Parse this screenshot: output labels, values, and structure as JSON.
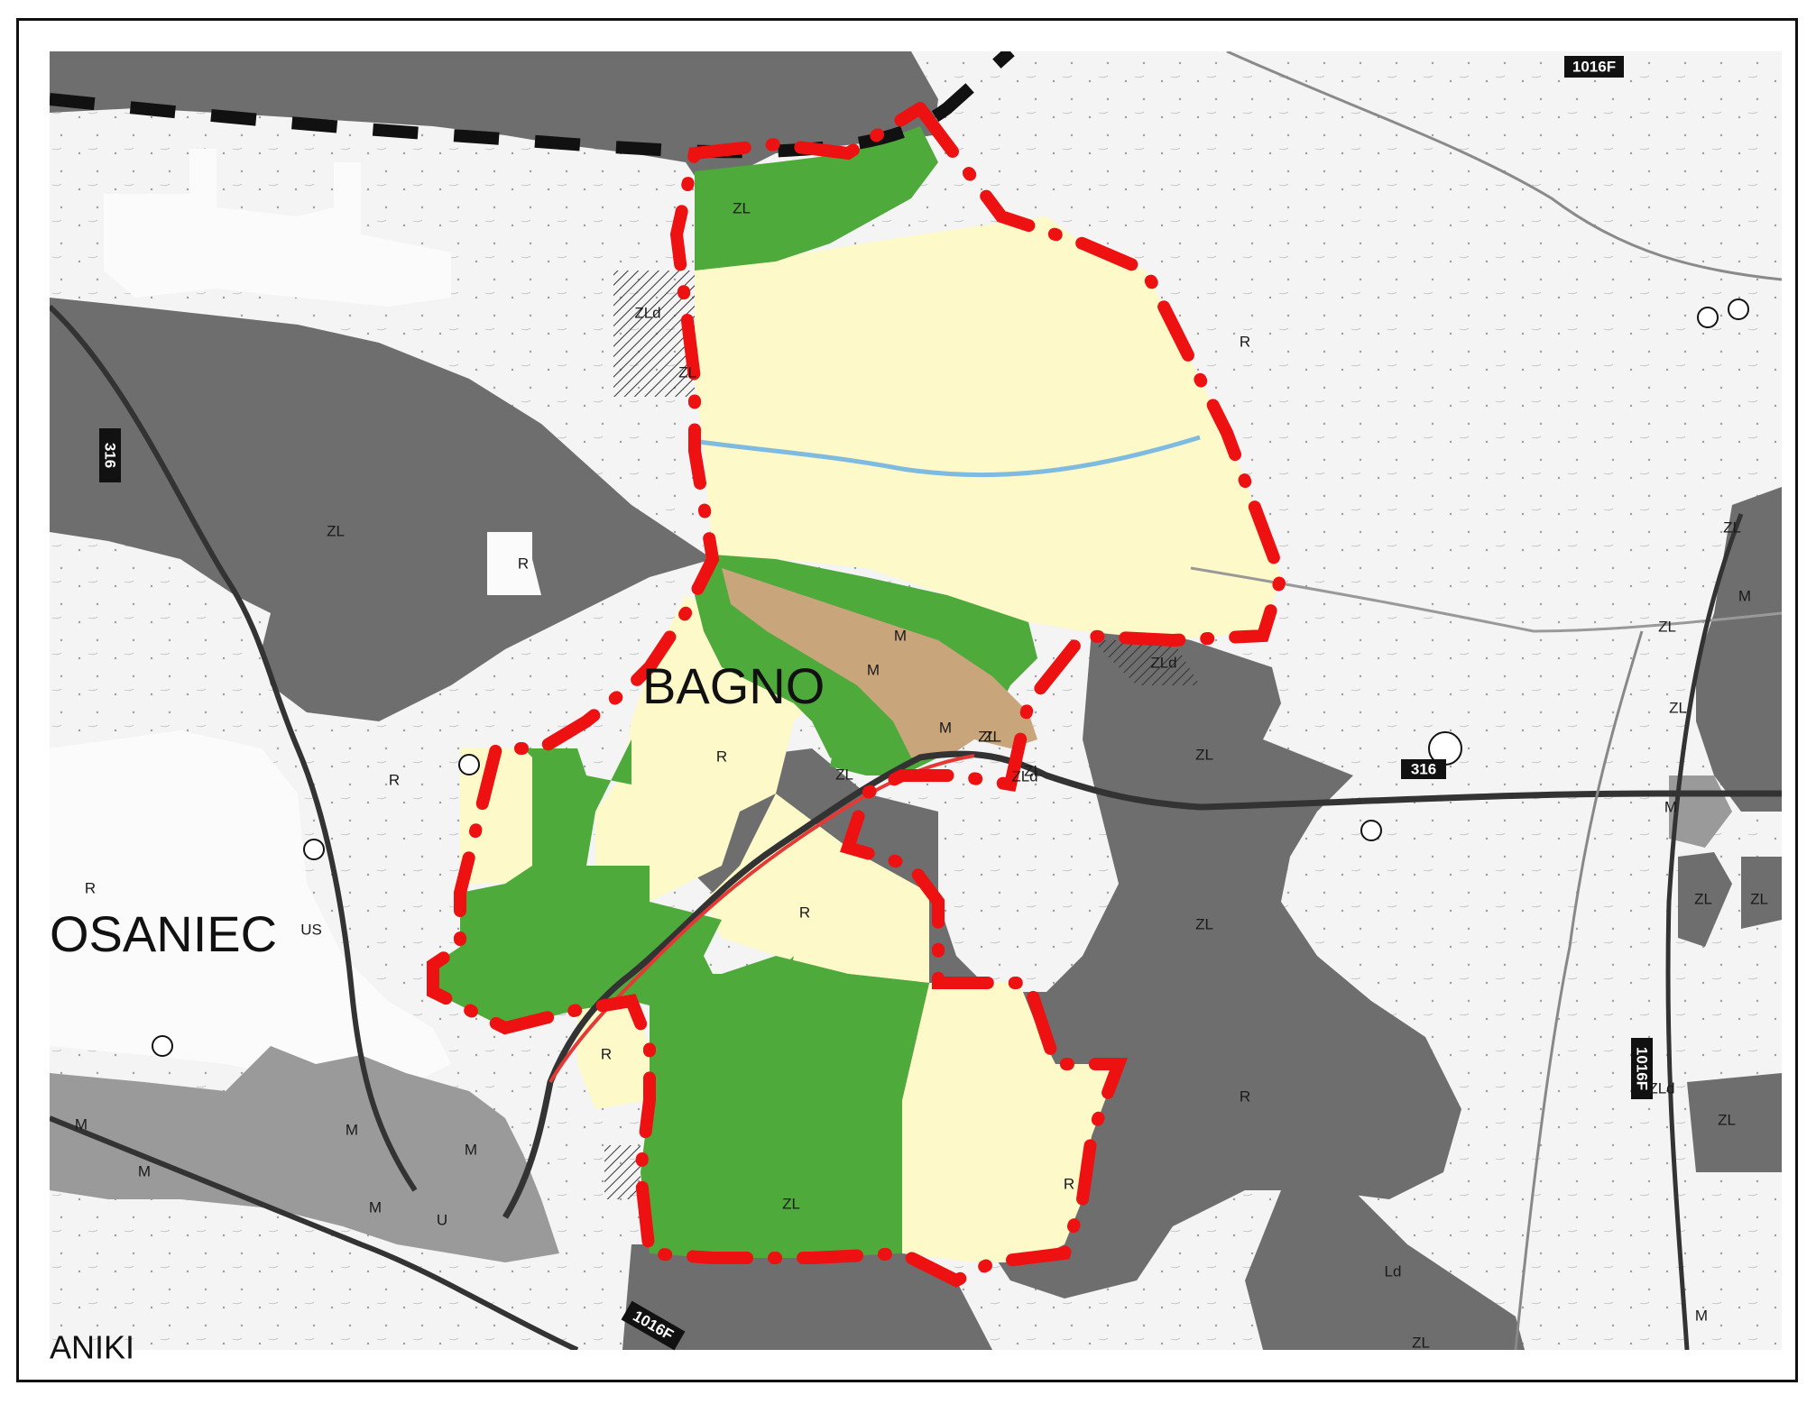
{
  "map": {
    "places": [
      {
        "id": "bagno",
        "name": "BAGNO"
      },
      {
        "id": "osaniec",
        "name": "OSANIEC"
      },
      {
        "id": "aniki",
        "name": "ANIKI"
      }
    ],
    "roads": [
      {
        "id": "road-1016f-top",
        "label": "1016F"
      },
      {
        "id": "road-316-west",
        "label": "316"
      },
      {
        "id": "road-316-east",
        "label": "316"
      },
      {
        "id": "road-1016f-east",
        "label": "1016F"
      },
      {
        "id": "road-1016f-bottom",
        "label": "1016F"
      }
    ],
    "zone_labels": [
      {
        "id": "zl-1",
        "text": "ZL"
      },
      {
        "id": "zld-1",
        "text": "ZLd"
      },
      {
        "id": "zl-2",
        "text": "ZL"
      },
      {
        "id": "zl-3",
        "text": "ZL"
      },
      {
        "id": "r-1",
        "text": "R"
      },
      {
        "id": "r-2",
        "text": "R"
      },
      {
        "id": "m-1",
        "text": "M"
      },
      {
        "id": "m-2",
        "text": "M"
      },
      {
        "id": "m-3",
        "text": "M"
      },
      {
        "id": "zld-2",
        "text": "ZLd"
      },
      {
        "id": "zl-4",
        "text": "ZL"
      },
      {
        "id": "zl-5",
        "text": "ZL"
      },
      {
        "id": "zl-6",
        "text": "ZL"
      },
      {
        "id": "r-3",
        "text": "R"
      },
      {
        "id": "zl-7",
        "text": "ZL"
      },
      {
        "id": "zld-3",
        "text": "ZLd"
      },
      {
        "id": "r-4",
        "text": "R"
      },
      {
        "id": "r-5",
        "text": "R"
      },
      {
        "id": "r-6",
        "text": "R"
      },
      {
        "id": "us-1",
        "text": "US"
      },
      {
        "id": "r-7",
        "text": "R"
      },
      {
        "id": "zl-8",
        "text": "ZL"
      },
      {
        "id": "r-8",
        "text": "R"
      },
      {
        "id": "r-9",
        "text": "R"
      },
      {
        "id": "m-4",
        "text": "M"
      },
      {
        "id": "m-5",
        "text": "M"
      },
      {
        "id": "m-6",
        "text": "M"
      },
      {
        "id": "m-7",
        "text": "M"
      },
      {
        "id": "m-8",
        "text": "M"
      },
      {
        "id": "u-1",
        "text": "U"
      },
      {
        "id": "zl-9",
        "text": "ZL"
      },
      {
        "id": "zl-10",
        "text": "ZL"
      },
      {
        "id": "zl-11",
        "text": "ZL"
      },
      {
        "id": "zl-12",
        "text": "ZL"
      },
      {
        "id": "zl-13",
        "text": "ZL"
      },
      {
        "id": "zl-14",
        "text": "ZL"
      },
      {
        "id": "zl-15",
        "text": "ZL"
      },
      {
        "id": "m-9",
        "text": "M"
      },
      {
        "id": "m-10",
        "text": "M"
      },
      {
        "id": "zld-4",
        "text": "ZLd"
      },
      {
        "id": "zl-16",
        "text": "ZL"
      },
      {
        "id": "ld-1",
        "text": "Ld"
      },
      {
        "id": "m-11",
        "text": "M"
      },
      {
        "id": "zl-17",
        "text": "ZL"
      }
    ],
    "colors": {
      "forest": "#6b6b6b",
      "forest_plan": "#4faa3c",
      "agricultural": "#fdf9c8",
      "settlement": "#c9a57c",
      "boundary": "#ee1111",
      "stream": "#7fbbe0",
      "road": "#333333"
    }
  }
}
